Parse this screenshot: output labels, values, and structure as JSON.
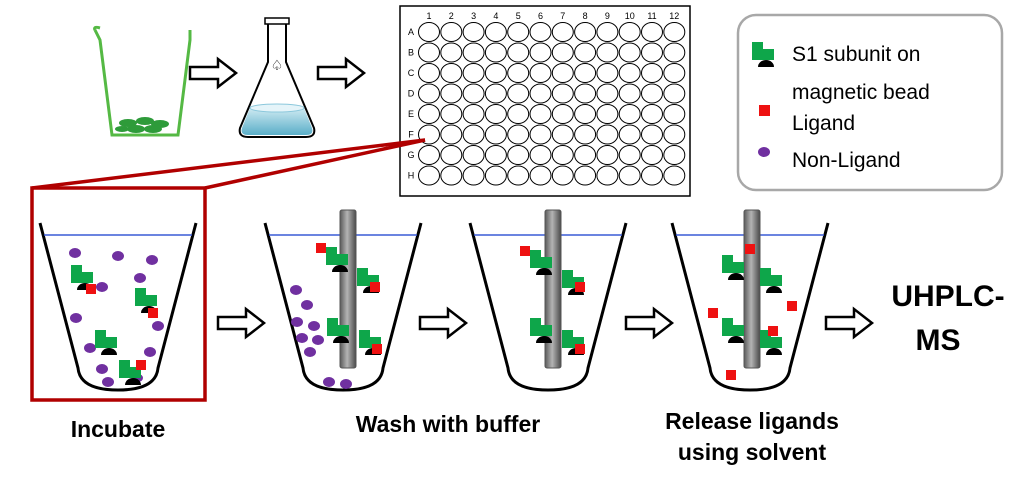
{
  "plate": {
    "columns": [
      "1",
      "2",
      "3",
      "4",
      "5",
      "6",
      "7",
      "8",
      "9",
      "10",
      "11",
      "12"
    ],
    "rows": [
      "A",
      "B",
      "C",
      "D",
      "E",
      "F",
      "G",
      "H"
    ]
  },
  "legend": {
    "s1_line1": "S1 subunit on",
    "s1_line2": "magnetic bead",
    "ligand": "Ligand",
    "non_ligand": "Non-Ligand"
  },
  "steps": {
    "incubate": "Incubate",
    "wash": "Wash with buffer",
    "release_line1": "Release ligands",
    "release_line2": "using solvent",
    "output_line1": "UHPLC-",
    "output_line2": "MS"
  },
  "colors": {
    "s1_green": "#0ea64a",
    "ligand_red": "#ee1111",
    "non_ligand_purple": "#7030a0",
    "highlight_red": "#b00000",
    "beaker_green": "#55b944",
    "liquid_blue": "#6fb8cf",
    "rod_gray": "#8c8c8c",
    "water_line": "#3a5bd6"
  }
}
